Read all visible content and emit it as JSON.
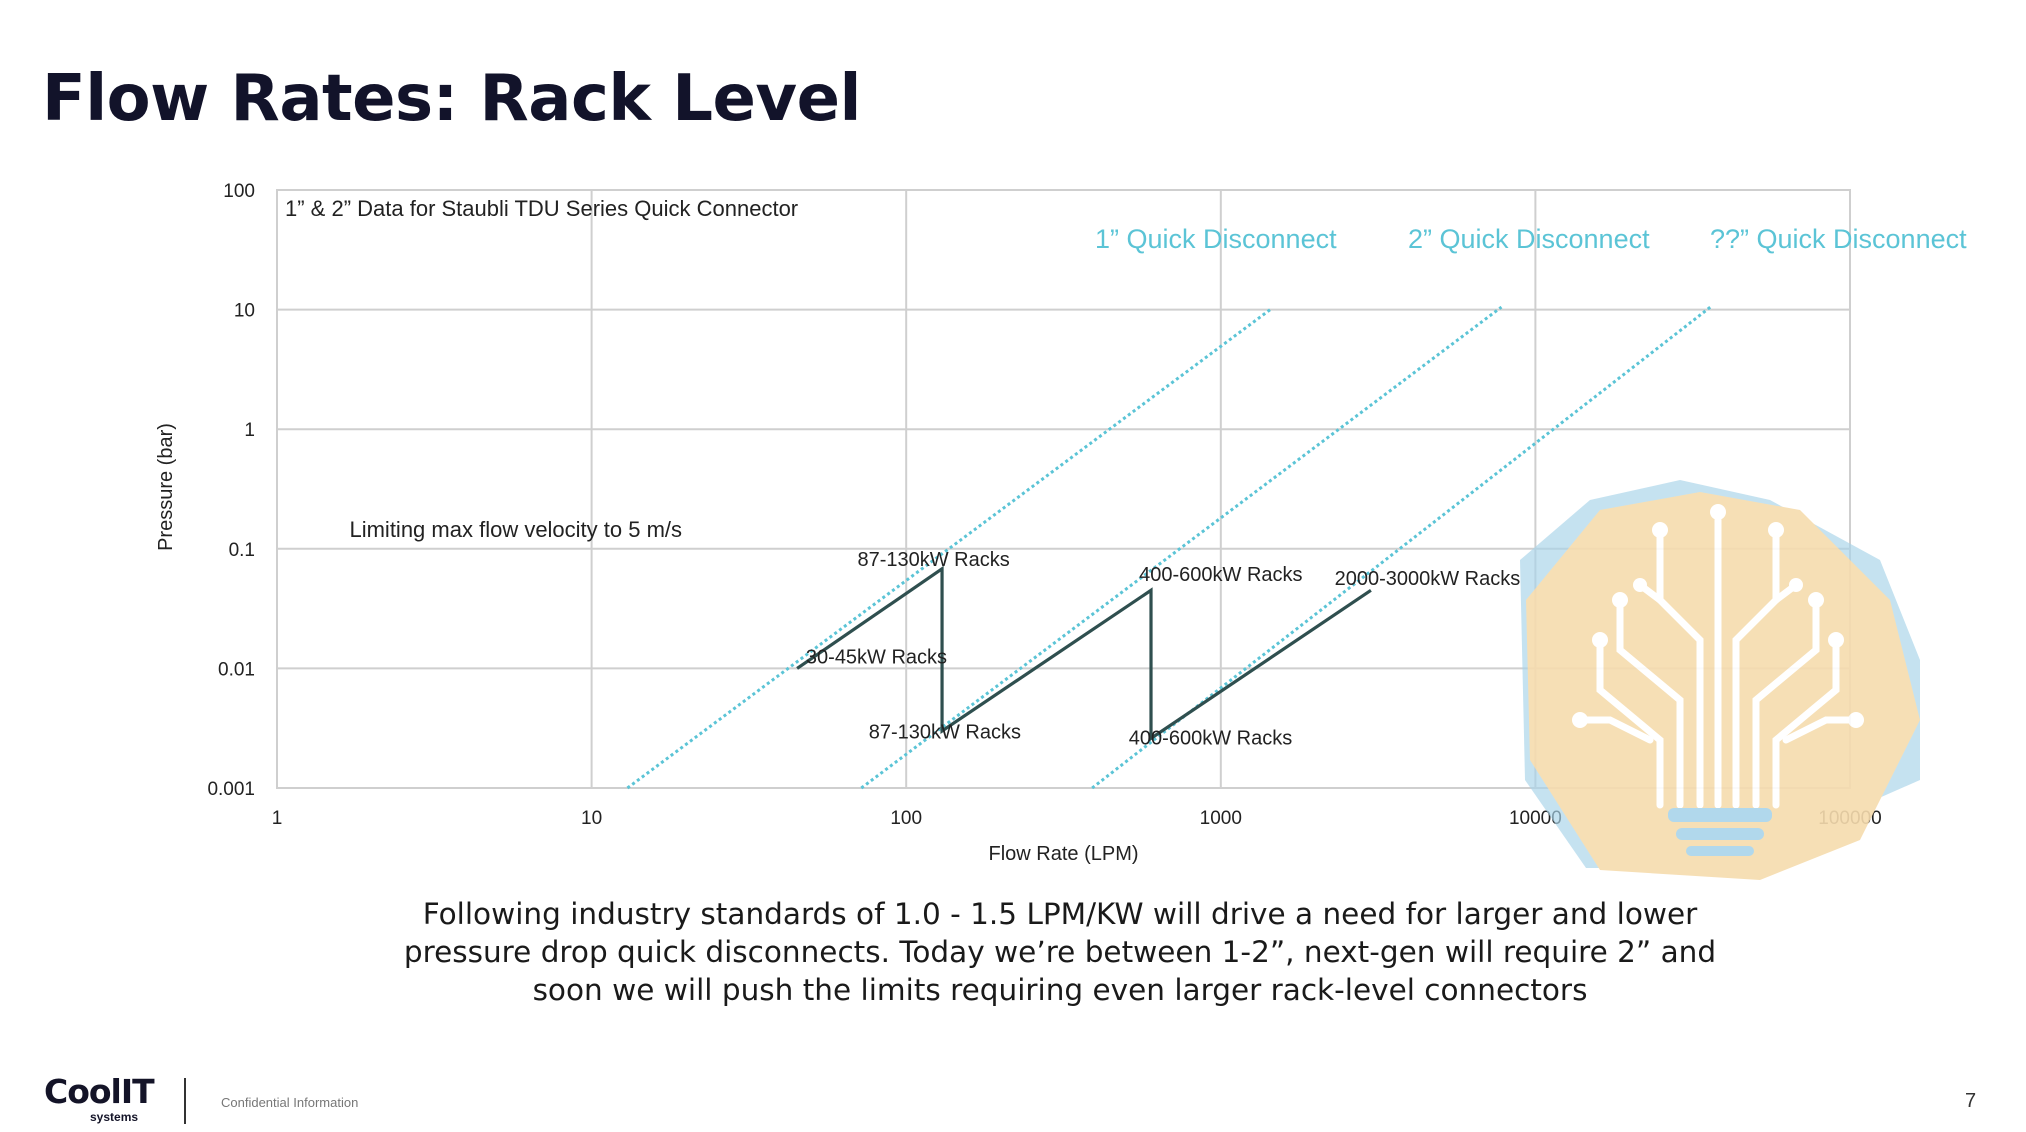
{
  "slide": {
    "title": "Flow Rates: Rack Level",
    "caption_lines": [
      "Following industry standards of 1.0 - 1.5 LPM/KW will drive a need for larger and lower",
      "pressure drop quick disconnects. Today we’re between 1-2”, next-gen will require 2” and",
      "soon we will push the limits requiring even larger rack-level connectors"
    ],
    "footer": {
      "logo": "CoolIT",
      "logo_sub": "systems",
      "confidential": "Confidential Information",
      "page_number": "7"
    }
  },
  "chart_data": {
    "type": "line",
    "title": "1” & 2” Data for Staubli TDU Series Quick Connector",
    "xlabel": "Flow Rate (LPM)",
    "ylabel": "Pressure (bar)",
    "xscale": "log",
    "yscale": "log",
    "xlim": [
      1,
      100000
    ],
    "ylim": [
      0.001,
      100
    ],
    "xticks": [
      "1",
      "10",
      "100",
      "1000",
      "10000",
      "100000"
    ],
    "yticks": [
      "0.001",
      "0.01",
      "0.1",
      "1",
      "10",
      "100"
    ],
    "grid": true,
    "colors": {
      "qd": "#5bc4d6",
      "rack": "#2f4f4f",
      "axis": "#cfcfcf",
      "watermark": "#f6dcae"
    },
    "annotation": "Limiting max flow velocity to 5 m/s",
    "series": [
      {
        "name": "1” Quick Disconnect",
        "x": [
          13,
          1450
        ],
        "y": [
          0.001,
          10.2
        ]
      },
      {
        "name": "2” Quick Disconnect",
        "x": [
          72,
          7800
        ],
        "y": [
          0.001,
          10.5
        ]
      },
      {
        "name": "??” Quick Disconnect",
        "x": [
          390,
          36000
        ],
        "y": [
          0.001,
          10.5
        ]
      }
    ],
    "rack_path": {
      "x": [
        45,
        130,
        130,
        600,
        600,
        3000
      ],
      "y": [
        0.01,
        0.068,
        0.003,
        0.045,
        0.0026,
        0.045
      ]
    },
    "rack_labels": [
      {
        "text": "30-45kW Racks",
        "x": 48,
        "y": 0.011
      },
      {
        "text": "87-130kW Racks",
        "x": 70,
        "y": 0.072
      },
      {
        "text": "87-130kW Racks",
        "x": 76,
        "y": 0.0026
      },
      {
        "text": "400-600kW Racks",
        "x": 550,
        "y": 0.054
      },
      {
        "text": "400-600kW Racks",
        "x": 510,
        "y": 0.0023
      },
      {
        "text": "2000-3000kW Racks",
        "x": 2300,
        "y": 0.05
      }
    ]
  }
}
